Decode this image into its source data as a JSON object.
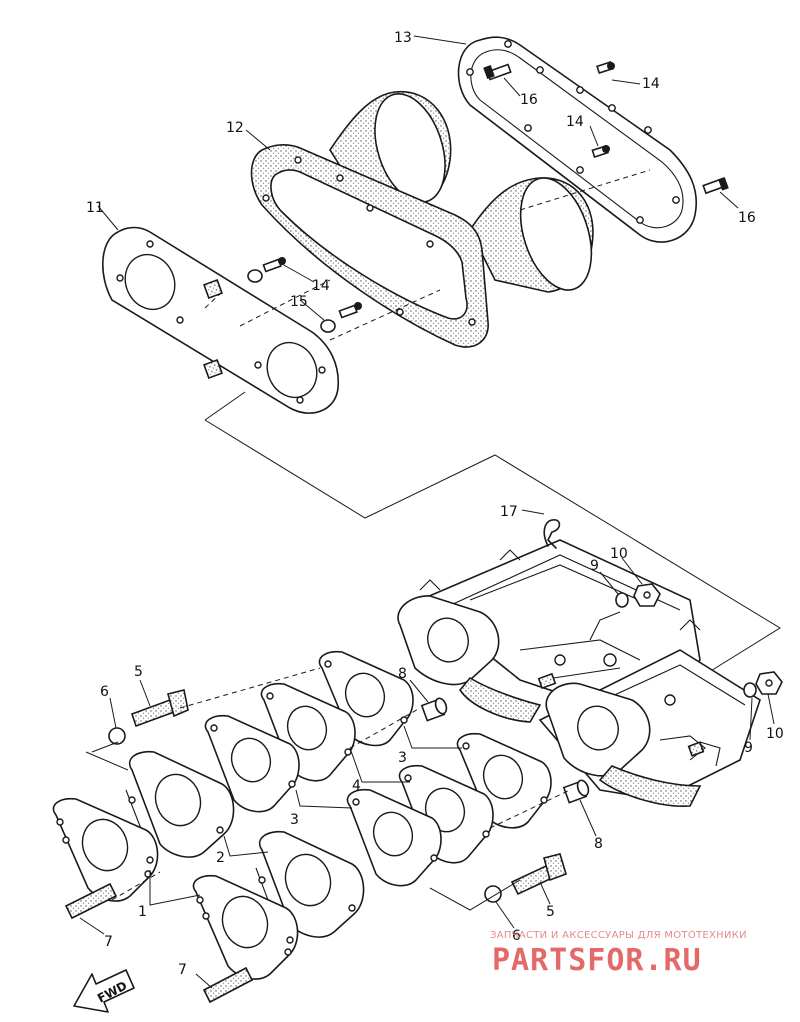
{
  "labels": {
    "p1": "1",
    "p2": "2",
    "p3": "3",
    "p4": "4",
    "p5": "5",
    "p6": "6",
    "p7": "7",
    "p8": "8",
    "p9": "9",
    "p10": "10",
    "p11": "11",
    "p12": "12",
    "p13": "13",
    "p14": "14",
    "p15": "15",
    "p16": "16",
    "p17": "17"
  },
  "fwd_label": "FWD",
  "watermark": {
    "tagline": "ЗАПЧАСТИ И АКСЕССУАРЫ ДЛЯ МОТОТЕХНИКИ",
    "brand": "PARTSFOR.RU",
    "color": "#e46a6a"
  }
}
